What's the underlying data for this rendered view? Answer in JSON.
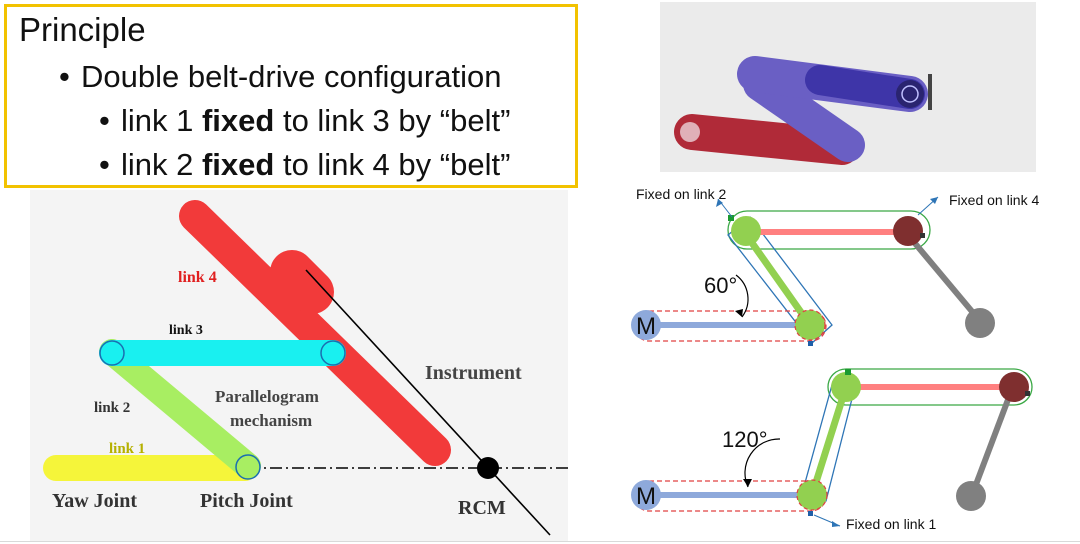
{
  "principle": {
    "title": "Principle",
    "bullet": "Double belt-drive configuration",
    "line1": {
      "pre": "link 1 ",
      "bold": "fixed",
      "post": " to link 3 by “belt”"
    },
    "line2": {
      "pre": "link 2 ",
      "bold": "fixed",
      "post": " to link 4 by “belt”"
    }
  },
  "left_diagram": {
    "link4": "link 4",
    "link3": "link 3",
    "link2": "link 2",
    "link1": "link 1",
    "parallelogram_line1": "Parallelogram",
    "parallelogram_line2": "mechanism",
    "instrument": "Instrument",
    "yaw_joint": "Yaw Joint",
    "pitch_joint": "Pitch Joint",
    "rcm": "RCM",
    "colors": {
      "link4": "#f23a3a",
      "link3": "#19f0f0",
      "link2": "#a8ee62",
      "link1": "#f5f53a"
    }
  },
  "right_diagrams": {
    "top": {
      "fixed_link2": "Fixed on link 2",
      "fixed_link4": "Fixed on link 4",
      "angle": "60°",
      "motor": "M"
    },
    "bottom": {
      "angle": "120°",
      "motor": "M",
      "fixed_link1": "Fixed on link 1"
    },
    "colors": {
      "green": "#92d050",
      "red_link": "#ff8080",
      "dark_red": "#7f2f2f",
      "grey": "#808080",
      "motor_blue": "#8ea9db"
    }
  }
}
